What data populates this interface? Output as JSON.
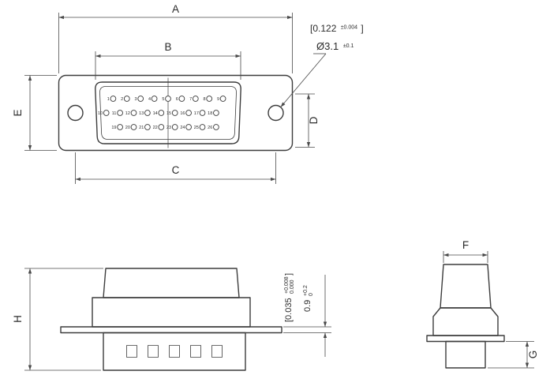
{
  "colors": {
    "background": "#ffffff",
    "line": "#3c3c3c",
    "dim": "#4a4a4a",
    "text": "#2b2b2b"
  },
  "front_view": {
    "dim_labels": {
      "a": "A",
      "b": "B",
      "c": "C",
      "d": "D",
      "e": "E"
    },
    "ref_inch": {
      "pre": "[0.122",
      "tol": "±0.004",
      "post": "]"
    },
    "hole": {
      "value": "Ø3.1",
      "tol": "±0.1"
    },
    "pins": {
      "r1": [
        "1",
        "2",
        "3",
        "4",
        "5",
        "6",
        "7",
        "8",
        "9"
      ],
      "r2": [
        "10",
        "11",
        "12",
        "13",
        "14",
        "15",
        "16",
        "17",
        "18"
      ],
      "r3": [
        "19",
        "20",
        "21",
        "22",
        "23",
        "24",
        "25",
        "26"
      ]
    }
  },
  "side_view": {
    "dim_labels": {
      "h": "H"
    },
    "flange_inch": {
      "pre": "[0.035",
      "tol_up": "+0.008",
      "tol_dn": "0.000",
      "post": "]"
    },
    "flange_mm": {
      "value": "0.9",
      "tol_up": "+0.2",
      "tol_dn": "0"
    }
  },
  "end_view": {
    "dim_labels": {
      "f": "F",
      "g": "G"
    }
  }
}
